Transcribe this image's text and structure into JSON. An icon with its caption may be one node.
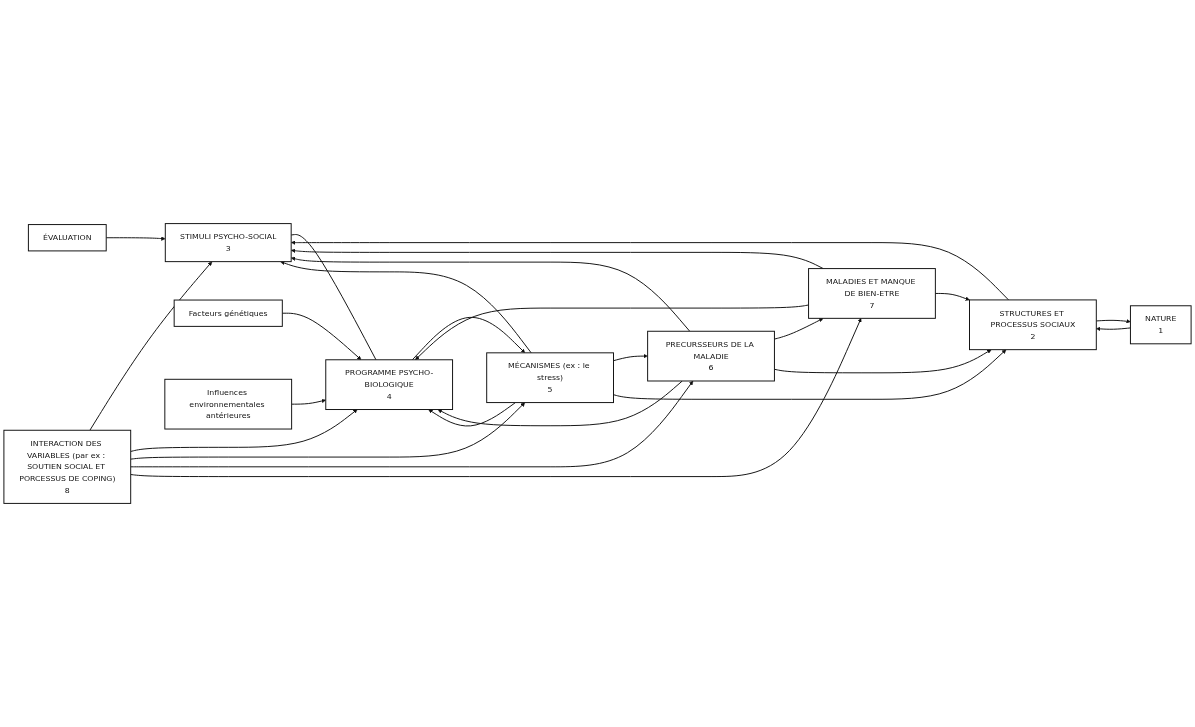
{
  "diagram": {
    "nodes": [
      {
        "text": [
          "NATURE",
          "1"
        ]
      },
      {
        "text": [
          "STRUCTURES ET PROCESSUS SOCIAUX",
          "2"
        ]
      },
      {
        "text": [
          "ÉVALUATION"
        ]
      },
      {
        "text": [
          "STIMULI PSYCHO-SOCIAL",
          "3"
        ]
      },
      {
        "text": [
          "PROGRAMME PSYCHO-BIOLOGIQUE",
          "4"
        ]
      },
      {
        "text": [
          "MÉCANISMES (ex : le stress)",
          "5"
        ]
      },
      {
        "text": [
          "PRECURSSEURS DE LA MALADIE",
          "6"
        ]
      },
      {
        "text": [
          "MALADIES ET MANQUE DE BIEN-ETRE",
          "7"
        ]
      },
      {
        "text": [
          "Influences environnementales antérieures"
        ]
      },
      {
        "text": [
          "Facteurs génétiques"
        ]
      },
      {
        "text": [
          "INTERACTION DES VARIABLES (par ex : SOUTIEN SOCIAL ET PORCESSUS DE COPING)",
          "8"
        ]
      }
    ],
    "edges": [
      {
        "from": 1,
        "to": 0,
        "arrow": "to"
      },
      {
        "from": 0,
        "to": 1,
        "arrow": "to"
      },
      {
        "from": 1,
        "to": 3,
        "arrow": "to"
      },
      {
        "from": 2,
        "to": 3,
        "arrow": "to"
      },
      {
        "from": 3,
        "to": 4,
        "arrow": "none"
      },
      {
        "from": 4,
        "to": 5,
        "arrow": "to"
      },
      {
        "from": 5,
        "to": 6,
        "arrow": "to"
      },
      {
        "from": 6,
        "to": 7,
        "arrow": "to"
      },
      {
        "from": 5,
        "to": 1,
        "arrow": "to"
      },
      {
        "from": 5,
        "to": 3,
        "arrow": "to"
      },
      {
        "from": 5,
        "to": 4,
        "arrow": "to"
      },
      {
        "from": 6,
        "to": 1,
        "arrow": "to"
      },
      {
        "from": 6,
        "to": 3,
        "arrow": "to"
      },
      {
        "from": 6,
        "to": 4,
        "arrow": "to"
      },
      {
        "from": 7,
        "to": 1,
        "arrow": "to"
      },
      {
        "from": 7,
        "to": 3,
        "arrow": "to"
      },
      {
        "from": 7,
        "to": 4,
        "arrow": "to"
      },
      {
        "from": 8,
        "to": 4,
        "arrow": "to"
      },
      {
        "from": 9,
        "to": 4,
        "arrow": "to"
      },
      {
        "from": 10,
        "to": 3,
        "arrow": "to"
      },
      {
        "from": 10,
        "to": 4,
        "arrow": "to"
      },
      {
        "from": 10,
        "to": 5,
        "arrow": "to"
      },
      {
        "from": 10,
        "to": 6,
        "arrow": "to"
      },
      {
        "from": 10,
        "to": 7,
        "arrow": "to"
      }
    ]
  }
}
